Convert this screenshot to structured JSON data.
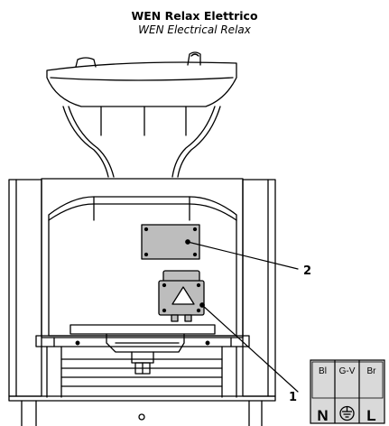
{
  "header": {
    "title": "WEN Relax Elettrico",
    "subtitle": "WEN Electrical Relax"
  },
  "callouts": {
    "label_1": "1",
    "label_2": "2"
  },
  "terminal_block": {
    "columns": [
      {
        "wire": "Bl",
        "symbol": "N"
      },
      {
        "wire": "G-V",
        "symbol": "ground-icon"
      },
      {
        "wire": "Br",
        "symbol": "L"
      }
    ],
    "fill_color": "#d9d9d9"
  },
  "colors": {
    "stroke": "#000000",
    "panel_gray": "#bdbdbd",
    "terminal_gray": "#d9d9d9"
  }
}
